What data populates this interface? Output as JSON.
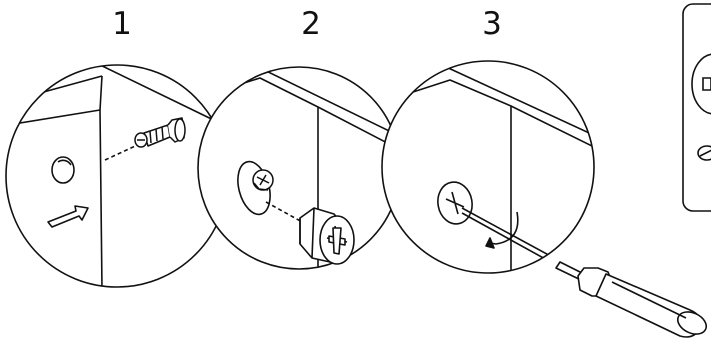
{
  "steps": [
    {
      "number": "1"
    },
    {
      "number": "2"
    },
    {
      "number": "3"
    }
  ],
  "colors": {
    "line": "#111111",
    "background": "#ffffff",
    "panel": "#ffffff"
  },
  "icons": {
    "step1": [
      "cam-pin-icon",
      "dowel-hole-icon",
      "insert-arrow-icon"
    ],
    "step2": [
      "cam-lock-icon",
      "cam-socket-icon"
    ],
    "step3": [
      "screwdriver-icon",
      "rotation-arrow-icon"
    ],
    "side_panel": [
      "cam-lock-top-view-icon",
      "cam-lock-side-view-icon"
    ]
  }
}
